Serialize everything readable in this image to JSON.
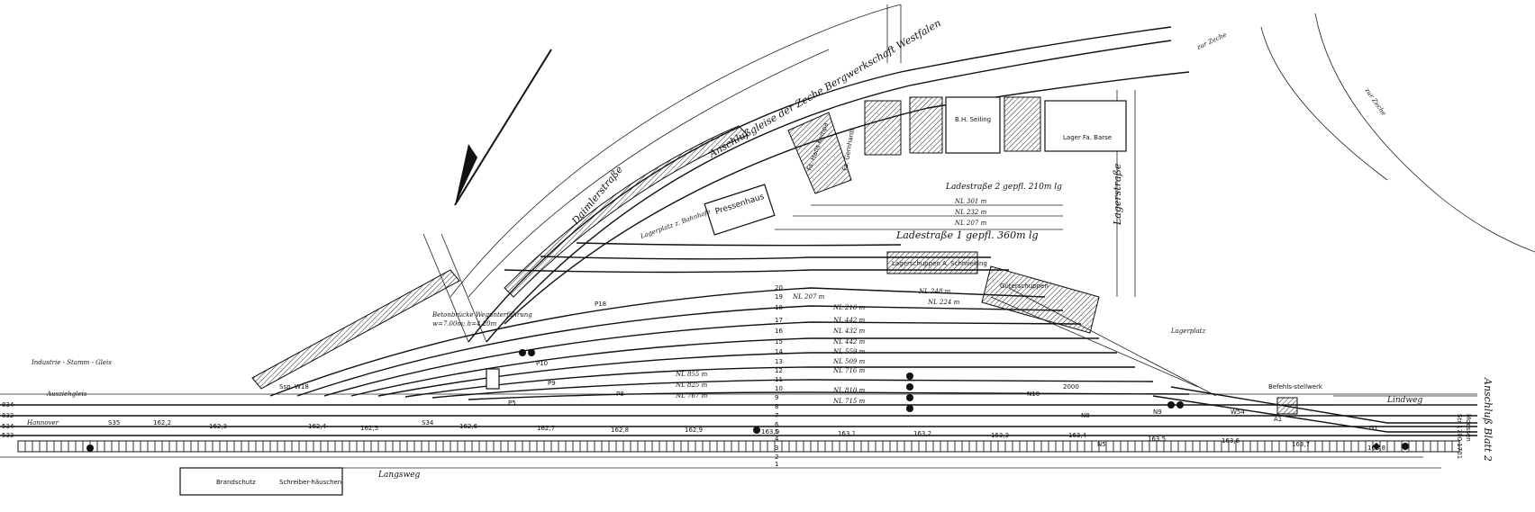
{
  "sheet": {
    "title": "Anschluß Blatt 2",
    "edge_note_1": "Str 1700 1701",
    "edge_note_2": "Moessen"
  },
  "streets": {
    "daimler": "Daimlerstraße",
    "lager": "Lagerstraße",
    "lindweg": "Lindweg",
    "langsweg": "Langsweg",
    "zur_zeche_1": "zur Zeche",
    "zur_zeche_2": "zur Zeche"
  },
  "areas": {
    "anschluss": "Anschlußgleise der Zeche Bergwerkschaft Westfalen",
    "ladestrasse_1": "Ladestraße 1 gepfl. 360m lg",
    "ladestrasse_2": "Ladestraße 2 gepfl. 210m lg",
    "pressenhaus": "Pressenhaus",
    "lagerschuppen": "Lagerschuppen A. Schmieking",
    "guterschuppen": "Güterschuppen",
    "befehlsstellwerk": "Befehls-stellwerk",
    "lagerplatz_bahnhof": "Lagerplatz z. Bahnhofe",
    "lagerplatz": "Lagerplatz",
    "brandschutz": "Brandschutz",
    "schreiberhauschen": "Schreiber-häuschen",
    "betonbruecke": "Betonbrücke Wegunterführung",
    "betonbruecke_dims": "w=7.00m; h=4.20m",
    "industrie_gleis": "Industrie - Stamm - Gleis",
    "ausziehgleis": "Ausziehgleis",
    "richtung_hannover": "Hannover",
    "seiling": "B.H. Seiling",
    "kempa": "Fa. Hans Kempa",
    "lager_barse": "Lager Fa. Barse",
    "gernhardt": "Fa. Gernhardt"
  },
  "tracks": {
    "numbers": [
      "20",
      "19",
      "18",
      "17",
      "16",
      "15",
      "14",
      "13",
      "12",
      "11",
      "10",
      "9",
      "8",
      "7",
      "6",
      "5",
      "4",
      "3",
      "2",
      "1"
    ],
    "lengths": [
      "NL 207 m",
      "NL 216 m",
      "NL 442 m",
      "NL 432 m",
      "NL 442 m",
      "NL 559 m",
      "NL 509 m",
      "NL 716 m",
      "NL 855 m",
      "NL 825 m",
      "NL 767 m",
      "NL 810 m",
      "NL 715 m",
      "NL 248 m",
      "NL 224 m",
      "NL 301 m",
      "NL 232 m",
      "NL 207 m"
    ]
  },
  "kilometers": [
    "162,2",
    "162,3",
    "162,4",
    "162,5",
    "162,6",
    "162,7",
    "162,8",
    "162,9",
    "163,0",
    "163,1",
    "163,2",
    "163,3",
    "163,4",
    "163,5",
    "163,6",
    "163,7",
    "163,8"
  ],
  "left_margin": [
    "834",
    "832",
    "534",
    "533"
  ],
  "markers": {
    "n10": "N10",
    "n9": "N9",
    "n8": "N8",
    "n5": "N5",
    "w54": "W54",
    "w18": "Ssp. W18",
    "p5": "P5",
    "p8": "P8",
    "p9": "P9",
    "p10": "P10",
    "p18": "P18",
    "s35": "S35",
    "s34": "S34",
    "a1": "A1",
    "g1": "G1",
    "d2000": "2000"
  }
}
